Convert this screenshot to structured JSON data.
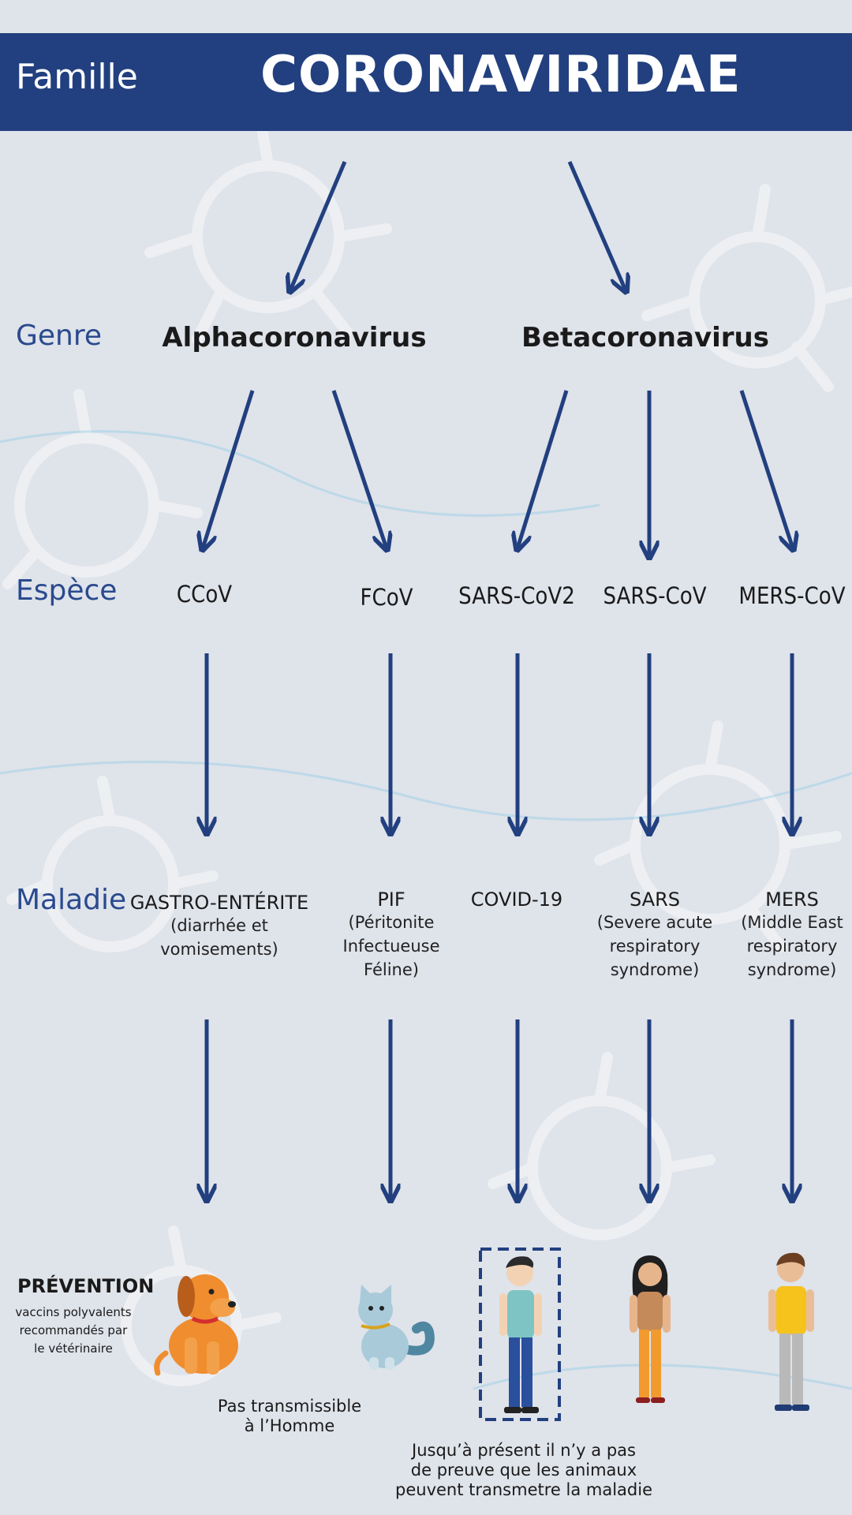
{
  "header": {
    "label": "Famille",
    "title": "CORONAVIRIDAE"
  },
  "rows": {
    "genre": "Genre",
    "espece": "Espèce",
    "maladie": "Maladie"
  },
  "genera": [
    "Alphacoronavirus",
    "Betacoronavirus"
  ],
  "species": [
    "CCoV",
    "FCoV",
    "SARS-CoV2",
    "SARS-CoV",
    "MERS-CoV"
  ],
  "diseases": [
    {
      "name": "GASTRO-ENTÉRITE",
      "desc": [
        "(diarrhée et",
        "vomisements)"
      ]
    },
    {
      "name": "PIF",
      "desc": [
        "(Péritonite",
        "Infectueuse",
        "Féline)"
      ]
    },
    {
      "name": "COVID-19",
      "desc": []
    },
    {
      "name": "SARS",
      "desc": [
        "(Severe acute",
        "respiratory",
        "syndrome)"
      ]
    },
    {
      "name": "MERS",
      "desc": [
        "(Middle East",
        "respiratory",
        "syndrome)"
      ]
    }
  ],
  "prevention": {
    "title": "PRÉVENTION",
    "note": [
      "vaccins polyvalents",
      "recommandés par",
      "le vétérinaire"
    ]
  },
  "notes": {
    "not_transmissible": [
      "Pas transmissible",
      "à l’Homme"
    ],
    "no_evidence": [
      "Jusqu’à présent il n’y a pas",
      "de preuve que les animaux",
      "peuvent transmetre la maladie"
    ]
  },
  "colors": {
    "banner": "#22407f",
    "arrow": "#22407f",
    "label": "#2a4a8e"
  },
  "icons": [
    "dog-icon",
    "cat-icon",
    "man-icon",
    "woman-icon",
    "man-icon"
  ]
}
